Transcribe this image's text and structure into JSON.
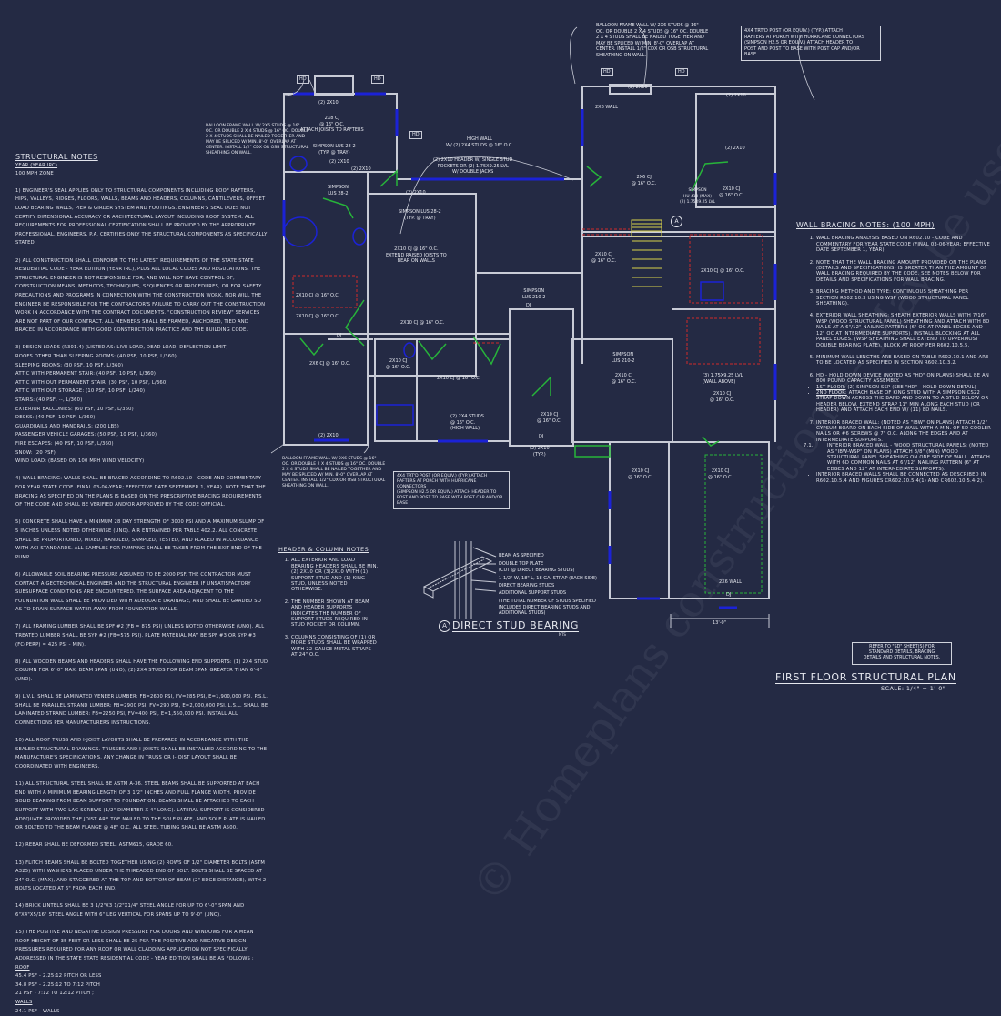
{
  "structural_notes": {
    "title": "STRUCTURAL NOTES",
    "code_year": "YEAR (YEAR IRC)",
    "wind_zone": "100 mph ZONE",
    "paragraphs": [
      "1) ENGINEER'S SEAL APPLIES ONLY TO STRUCTURAL COMPONENTS INCLUDING ROOF RAFTERS, HIPS, VALLEYS, RIDGES, FLOORS, WALLS, BEAMS AND HEADERS, COLUMNS, CANTILEVERS, OFFSET LOAD BEARING WALLS, PIER & GIRDER SYSTEM AND FOOTINGS. ENGINEER'S SEAL DOES NOT CERTIFY DIMENSIONAL ACCURACY OR ARCHITECTURAL LAYOUT INCLUDING ROOF SYSTEM. ALL REQUIREMENTS FOR PROFESSIONAL CERTIFICATION SHALL BE PROVIDED BY THE APPROPRIATE PROFESSIONAL. ENGINEERS, P.A. CERTIFIES ONLY THE STRUCTURAL COMPONENTS AS SPECIFICALLY STATED.",
      "2) ALL CONSTRUCTION SHALL CONFORM TO THE LATEST REQUIREMENTS OF THE STATE STATE RESIDENTIAL CODE - YEAR EDITION (YEAR IRC), PLUS ALL LOCAL CODES AND REGULATIONS. THE STRUCTURAL ENGINEER IS NOT RESPONSIBLE FOR, AND WILL NOT HAVE CONTROL OF, CONSTRUCTION MEANS, METHODS, TECHNIQUES, SEQUENCES OR PROCEDURES, OR FOR SAFETY PRECAUTIONS AND PROGRAMS IN CONNECTION WITH THE CONSTRUCTION WORK, NOR WILL THE ENGINEER BE RESPONSIBLE FOR THE CONTRACTOR'S FAILURE TO CARRY OUT THE CONSTRUCTION WORK IN ACCORDANCE WITH THE CONTRACT DOCUMENTS. \"CONSTRUCTION REVIEW\" SERVICES ARE NOT PART OF OUR CONTRACT. ALL MEMBERS SHALL BE FRAMED, ANCHORED, TIED AND BRACED IN ACCORDANCE WITH GOOD CONSTRUCTION PRACTICE AND THE BUILDING CODE.",
      "3) DESIGN LOADS (R301.4) (LISTED AS: LIVE LOAD, DEAD LOAD, DEFLECTION LIMIT)\nROOFS OTHER THAN SLEEPING ROOMS: (40 PSF, 10 PSF, L/360)\nSLEEPING ROOMS: (30 PSF, 10 PSF, L/360)\nATTIC WITH PERMANENT STAIR: (40 PSF, 10 PSF, L/360)\nATTIC WITH OUT PERMANENT STAIR: (30 PSF, 10 PSF, L/360)\nATTIC WITH OUT STORAGE: (10 PSF, 10 PSF, L/240)\nSTAIRS: (40 PSF, --, L/360)\nEXTERIOR BALCONIES: (60 PSF, 10 PSF, L/360)\nDECKS: (40 PSF, 10 PSF, L/360)\nGUARDRAILS AND HANDRAILS: (200 LBS)\nPASSENGER VEHICLE GARAGES: (50 PSF, 10 PSF, L/360)\nFIRE ESCAPES: (40 PSF, 10 PSF, L/360)\nSNOW: (20 PSF)\nWIND LOAD: (BASED ON 100 MPH WIND VELOCITY)",
      "4) WALL BRACING: WALLS SHALL BE BRACED ACCORDING TO R602.10 - CODE AND COMMENTARY FOR YEAR STATE CODE (FINAL 03-06-YEAR; EFFECTIVE DATE SEPTEMBER 1, YEAR). NOTE THAT THE BRACING AS SPECIFIED ON THE PLANS IS BASED ON THE PRESCRIPTIVE BRACING REQUIREMENTS OF THE CODE AND SHALL BE VERIFIED AND/OR APPROVED BY THE CODE OFFICIAL.",
      "5) CONCRETE SHALL HAVE A MINIMUM 28 DAY STRENGTH OF 3000 PSI AND A MAXIMUM SLUMP OF 5 INCHES UNLESS NOTED OTHERWISE (UNO). AIR ENTRAINED PER TABLE 402.2. ALL CONCRETE SHALL BE PROPORTIONED, MIXED, HANDLED, SAMPLED, TESTED, AND PLACED IN ACCORDANCE WITH ACI STANDARDS. ALL SAMPLES FOR PUMPING SHALL BE TAKEN FROM THE EXIT END OF THE PUMP.",
      "6) ALLOWABLE SOIL BEARING PRESSURE ASSUMED TO BE 2000 PSF. THE CONTRACTOR MUST CONTACT A GEOTECHNICAL ENGINEER AND THE STRUCTURAL ENGINEER IF UNSATISFACTORY SUBSURFACE CONDITIONS ARE ENCOUNTERED. THE SURFACE AREA ADJACENT TO THE FOUNDATION WALL SHALL BE PROVIDED WITH ADEQUATE DRAINAGE, AND SHALL BE GRADED SO AS TO DRAIN SURFACE WATER AWAY FROM FOUNDATION WALLS.",
      "7) ALL FRAMING LUMBER SHALL BE SPF #2 (Fb = 875 PSI) UNLESS NOTED OTHERWISE (UNO). ALL TREATED LUMBER SHALL BE SYP #2 (Fb=575 PSI). PLATE MATERIAL MAY BE SPF #3 OR SYP #3 (Fc(perp) = 425 PSI - MIN).",
      "8) ALL WOODEN BEAMS AND HEADERS SHALL HAVE THE FOLLOWING END SUPPORTS: (1) 2x4 STUD COLUMN FOR 6'-0\" MAX. BEAM SPAN (UNO), (2) 2x4 STUDS FOR BEAM SPAN GREATER THAN 6'-0\" (UNO).",
      "9) L.V.L. SHALL BE LAMINATED VENEER LUMBER: Fb=2600 PSI, Fv=285 PSI, E=1,900,000 PSI. P.S.L. SHALL BE PARALLEL STRAND LUMBER: Fb=2900 PSI, Fv=290 PSI, E=2,000,000 PSI. L.S.L. SHALL BE LAMINATED STRAND LUMBER: Fb=2250 PSI, Fv=400 PSI, E=1,550,000 PSI. INSTALL ALL CONNECTIONS PER MANUFACTURERS INSTRUCTIONS.",
      "10) ALL ROOF TRUSS AND I-JOIST LAYOUTS SHALL BE PREPARED IN ACCORDANCE WITH THE SEALED STRUCTURAL DRAWINGS. TRUSSES AND I-JOISTS SHALL BE INSTALLED ACCORDING TO THE MANUFACTURE'S SPECIFICATIONS. ANY CHANGE IN TRUSS OR I-JOIST LAYOUT SHALL BE COORDINATED WITH ENGINEERS.",
      "11) ALL STRUCTURAL STEEL SHALL BE ASTM A-36. STEEL BEAMS SHALL BE SUPPORTED AT EACH END WITH A MINIMUM BEARING LENGTH OF 3 1/2\" INCHES AND FULL FLANGE WIDTH. PROVIDE SOLID BEARING FROM BEAM SUPPORT TO FOUNDATION. BEAMS SHALL BE ATTACHED TO EACH SUPPORT WITH TWO LAG SCREWS (1/2\" DIAMETER x 4\" LONG). LATERAL SUPPORT IS CONSIDERED ADEQUATE PROVIDED THE JOIST ARE TOE NAILED TO THE SOLE PLATE, AND SOLE PLATE IS NAILED OR BOLTED TO THE BEAM FLANGE @ 48\" O.C. ALL STEEL TUBING SHALL BE ASTM A500.",
      "12) REBAR SHALL BE DEFORMED STEEL, ASTM615, GRADE 60.",
      "13) FLITCH BEAMS SHALL BE BOLTED TOGETHER USING (2) ROWS OF 1/2\" DIAMETER BOLTS (ASTM A325) WITH WASHERS PLACED UNDER THE THREADED END OF BOLT. BOLTS SHALL BE SPACED AT 24\" O.C. (MAX), AND STAGGERED AT THE TOP AND BOTTOM OF BEAM (2\" EDGE DISTANCE), WITH 2 BOLTS LOCATED AT 6\" FROM EACH END.",
      "14) BRICK LINTELS SHALL BE 3 1/2\"x3 1/2\"x1/4\" STEEL ANGLE FOR UP TO 6'-0\" SPAN AND 6\"x4\"x5/16\" STEEL ANGLE WITH 6\" LEG VERTICAL FOR SPANS UP TO 9'-0\" (UNO).",
      "15) THE POSITIVE AND NEGATIVE DESIGN PRESSURE FOR DOORS AND WINDOWS FOR A MEAN ROOF HEIGHT OF 35 FEET OR LESS SHALL BE 25 PSF. THE POSITIVE AND NEGATIVE DESIGN PRESSURES REQUIRED FOR ANY ROOF OR WALL CLADDING APPLICATION NOT SPECIFICALLY ADDRESSED IN THE STATE STATE RESIDENTIAL CODE - YEAR EDITION SHALL BE AS FOLLOWS :"
    ],
    "roof_heading": "ROOF",
    "roof_lines": [
      "45.4 PSF - 2.25:12 PITCH OR LESS",
      "34.8 PSF - 2.25:12 TO 7:12 PITCH",
      "21 PSF - 7:12 TO 12:12 PITCH ;"
    ],
    "walls_heading": "WALLS",
    "walls_lines": [
      "24.1 PSF - WALLS"
    ]
  },
  "wall_bracing_notes": {
    "title": "WALL BRACING NOTES: (100 MPH)",
    "items": [
      "WALL BRACING ANALYSIS BASED ON R602.10 - CODE AND COMMENTARY FOR YEAR STATE CODE (FINAL 03-06-YEAR; EFFECTIVE DATE SEPTEMBER 1, YEAR).",
      "NOTE THAT THE WALL BRACING AMOUNT PROVIDED ON THE PLANS (DETAILS AND SPECIFICATIONS) IS GREATER THAN THE AMOUNT OF WALL BRACING REQUIRED BY THE CODE. SEE NOTES BELOW FOR DETAILS AND SPECIFICATIONS FOR WALL BRACING.",
      "BRACING METHOD AND TYPE: CONTINUOUS SHEATHING PER SECTION R602.10.3 USING WSP (WOOD STRUCTURAL PANEL SHEATHING).",
      "EXTERIOR WALL SHEATHING: SHEATH EXTERIOR WALLS WITH 7/16\" WSP (WOOD STRUCTURAL PANEL) SHEATHING AND ATTACH WITH 8d NAILS AT A 6\"/12\" NAILING PATTERN (6\" OC AT PANEL EDGES AND 12\" OC AT INTERMEDIATE SUPPORTS). INSTALL BLOCKING AT ALL PANEL EDGES. (WSP SHEATHING SHALL EXTEND TO UPPERMOST DOUBLE BEARING PLATE). BLOCK AT ROOF PER R602.10.5.5.",
      "MINIMUM WALL LENGTHS ARE BASED ON TABLE R602.10.1 AND ARE TO BE LOCATED AS SPECIFIED IN SECTION R602.10.3.2.",
      "HD - HOLD DOWN DEVICE (NOTED AS \"HD\" ON PLANS) SHALL BE AN 800 POUND CAPACITY ASSEMBLY.",
      "INTERIOR BRACED WALL: (NOTED AS \"IBW\" ON PLANS) ATTACH 1/2\" GYPSUM BOARD ON EACH SIDE OF WALL WITH A MIN. OF 5d COOLER NAILS OR #6 SCREWS @ 7\" O.C. ALONG THE EDGES AND AT INTERMEDIATE SUPPORTS."
    ],
    "hd_bullets": [
      {
        "label": "1ST FLOOR:",
        "text": " (2) SIMPSON SSP (SEE \"HD\" - HOLD-DOWN DETAIL)"
      },
      {
        "label": "2ND FLOOR:",
        "text": " ATTACH BASE OF KING STUD WITH A SIMPSON CS22 STRAP DOWN ACROSS THE BAND AND DOWN TO A STUD BELOW OR HEADER BELOW. EXTEND STRAP 11\" MIN ALONG EACH STUD (OR HEADER) AND ATTACH EACH END W/ (11) 8d NAILS."
      }
    ],
    "sub_7_1_num": "7.1.",
    "sub_7_1": "INTERIOR BRACED WALL - WOOD STRUCTURAL PANELS: (NOTED AS \"IBW-WSP\" ON PLANS) ATTACH 3/8\" (MIN) WOOD STRUCTURAL PANEL SHEATHING ON ONE SIDE OF WALL. ATTACH WITH 6d COMMON NAILS AT 6\"/12\" NAILING PATTERN (6\" AT EDGES AND 12\" AT INTERMEDIATE SUPPORTS).",
    "last_bullet": "INTERIOR BRACED WALLS SHALL BE CONNECTED AS DESCRIBED IN R602.10.5.4 AND FIGURES CR602.10.5.4(1) AND CR602.10.5.4(2)."
  },
  "header_column_notes": {
    "title": "HEADER & COLUMN NOTES",
    "items": [
      "ALL EXTERIOR AND LOAD BEARING HEADERS SHALL BE MIN. (2) 2x10 OR (3)2x10 WITH (1) SUPPORT STUD AND (1) KING STUD, UNLESS NOTED OTHERWISE.",
      "THE NUMBER SHOWN AT BEAM AND HEADER SUPPORTS INDICATES THE NUMBER OF SUPPORT STUDS REQUIRED IN STUD POCKET OR COLUMN.",
      "COLUMNS CONSISTING OF (1) OR MORE STUDS SHALL BE WRAPPED WITH 22-GAUGE METAL STRAPS AT 24\" O.C."
    ]
  },
  "detail": {
    "marker": "A",
    "title": "DIRECT STUD BEARING",
    "scale": "NTS",
    "callouts": [
      "BEAM AS SPECIFIED",
      "DOUBLE TOP PLATE\n(CUT @ DIRECT BEARING STUDS)",
      "1-1/2\" W, 18\" L, 18 GA. STRAP (EACH SIDE)",
      "DIRECT BEARING STUDS",
      "ADDITIONAL SUPPORT STUDS",
      "(THE TOTAL NUMBER OF STUDS SPECIFIED\nINCLUDES DIRECT BEARING STUDS AND\nADDITIONAL STUDS)"
    ]
  },
  "refer_note": "REFER TO \"SD\" SHEET(S) FOR\nSTANDARD DETAILS, BRACING\nDETAILS AND STRUCTURAL NOTES.",
  "title_block": {
    "title": "FIRST FLOOR STRUCTURAL PLAN",
    "scale": "SCALE: 1/4\" = 1'-0\""
  },
  "plan_boxes": {
    "balloon_top_right": "BALLOON FRAME WALL w/ 2x6 STUDS @ 16\"\nOC. OR DOUBLE 2 x 4 STUDS @ 16\" OC. DOUBLE\n2 x 4 STUDS SHALL BE NAILED TOGETHER AND\nMAY BE SPLICED w/ MIN. 8'-0\" OVERLAP AT\nCENTER. INSTALL 1/2\" CDX OR OSB STRUCTURAL\nSHEATHING ON WALL.",
    "balloon_top_left": "BALLOON FRAME WALL w/ 2x6 STUDS @ 16\"\nOC. OR DOUBLE 2 x 4 STUDS @ 16\" OC. DOUBLE\n2 x 4 STUDS SHALL BE NAILED TOGETHER AND\nMAY BE SPLICED w/ MIN. 8'-0\" OVERLAP AT\nCENTER. INSTALL 1/2\" CDX OR OSB STRUCTURAL\nSHEATHING ON WALL.",
    "balloon_bottom": "BALLOON FRAME WALL w/ 2x6 STUDS @ 16\"\nOC. OR DOUBLE 2 x 4 STUDS @ 16\" OC. DOUBLE\n2 x 4 STUDS SHALL BE NAILED TOGETHER AND\nMAY BE SPLICED w/ MIN. 8'-0\" OVERLAP AT\nCENTER. INSTALL 1/2\" CDX OR OSB STRUCTURAL\nSHEATHING ON WALL.",
    "post_top_right": "4x4 TRT'D POST (OR EQUIV.) (TYP.) ATTACH\nRAFTERS AT PORCH WITH HURRICANE CONNECTORS\n(SIMPSON H2.5 OR EQUIV.) ATTACH HEADER TO\nPOST AND POST TO BASE WITH POST CAP AND/OR\nBASE",
    "post_bottom": "4x4 TRT'D POST (OR EQUIV.) (TYP.) ATTACH\nRAFTERS AT PORCH WITH HURRICANE CONNECTORS\n(SIMPSON H2.5 OR EQUIV.) ATTACH HEADER TO\nPOST AND POST TO BASE WITH POST CAP AND/OR\nBASE"
  },
  "plan_labels": [
    "(2) 2x10",
    "2x8 CJ\n@ 16\" O.C.\nATTACH JOISTS TO RAFTERS",
    "SIMPSON LUS 28-2\n(TYP. @ TRAY)",
    "(2) 2x10",
    "(2) 2x10",
    "HIGH WALL\nw/ (2) 2x4 STUDS @ 16\" O.C.",
    "(2) 2x10 HEADER W/ SINGLE STUD\nPOCKETS OR (2) 1.75x9.25 LVL\nW/ DOUBLE JACKS",
    "SIMPSON\nLUS 28-2",
    "(2) 2x10",
    "SIMPSON LUS 28-2\n(TYP. @ TRAY)",
    "2x10 CJ @ 16\" O.C.\nEXTEND RAISED JOISTS TO\nBEAR ON WALLS",
    "2x10 CJ @ 16\" O.C.",
    "2x10 CJ @ 16\" O.C.",
    "2x10 CJ @ 16\" O.C.",
    "DJ",
    "2x6 CJ @ 16\" O.C.",
    "2x10 CJ\n@ 16\" O.C.",
    "2x10 CJ @ 16\" O.C.",
    "(2) 2x4 STUDS\n@ 16\" O.C.\n(HIGH WALL)",
    "(2) 2x10",
    "2x10 CJ\n@ 16\" O.C.",
    "DJ",
    "(2) 2x10\n(TYP.)",
    "SIMPSON\nLUS 210-2",
    "DJ",
    "2x6 WALL",
    "2x6 CJ\n@ 16\" O.C.",
    "2x10 CJ\n@ 16\" O.C.",
    "(2) 2x10",
    "SIMPSON\nHU 410 (MAX)\n(2) 1.75x9.25 LVL",
    "2x10 CJ @ 16\" O.C.",
    "2x10 CJ\n@ 16\" O.C.",
    "SIMPSON\nLUS 210-2",
    "2x10 CJ\n@ 16\" O.C.",
    "(3) 1.75x9.25 LVL\n(WALL ABOVE)",
    "2x10 CJ\n@ 16\" O.C.",
    "2x10 CJ\n@ 16\" O.C.",
    "2x10 CJ\n@ 16\" O.C.",
    "2x6 WALL",
    "DJ",
    "13'-0\"",
    "HD",
    "HD",
    "HD",
    "HD",
    "HD",
    "(2) 2x10",
    "(2) 2x10"
  ],
  "section_marker": "A",
  "watermark": "© Homeplans construction — May be used for Estimating",
  "colors": {
    "background": "#242a44",
    "wall": "#c8cbd6",
    "window": "#1b22d6",
    "door": "#27b43a",
    "dashed_red": "#d12a2a",
    "stair": "#d8d24a"
  }
}
